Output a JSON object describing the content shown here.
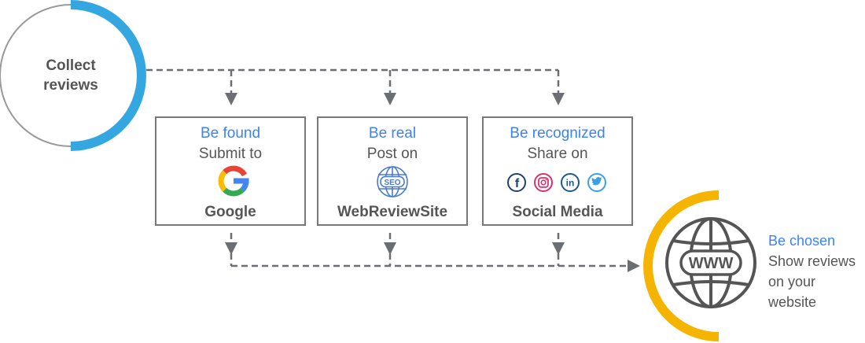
{
  "start": {
    "line1": "Collect",
    "line2": "reviews"
  },
  "steps": [
    {
      "heading": "Be found",
      "action": "Submit to",
      "target": "Google",
      "icon": "google-g-logo-icon"
    },
    {
      "heading": "Be real",
      "action": "Post on",
      "target": "WebReviewSite",
      "icon": "seo-globe-icon",
      "icon_text": "SEO"
    },
    {
      "heading": "Be recognized",
      "action": "Share on",
      "target": "Social Media",
      "icons": [
        "facebook-icon",
        "instagram-icon",
        "linkedin-icon",
        "twitter-icon"
      ]
    }
  ],
  "end": {
    "heading": "Be chosen",
    "line1": "Show reviews",
    "line2": "on your",
    "line3": "website",
    "icon": "www-globe-icon",
    "icon_text": "WWW"
  },
  "colors": {
    "heading_blue": "#3b82f6",
    "text_gray": "#555555",
    "box_border": "#777777",
    "connector": "#6b6f73",
    "start_arc": "#35a7e0",
    "end_arc": "#f5b400",
    "icon_gray": "#555555"
  }
}
